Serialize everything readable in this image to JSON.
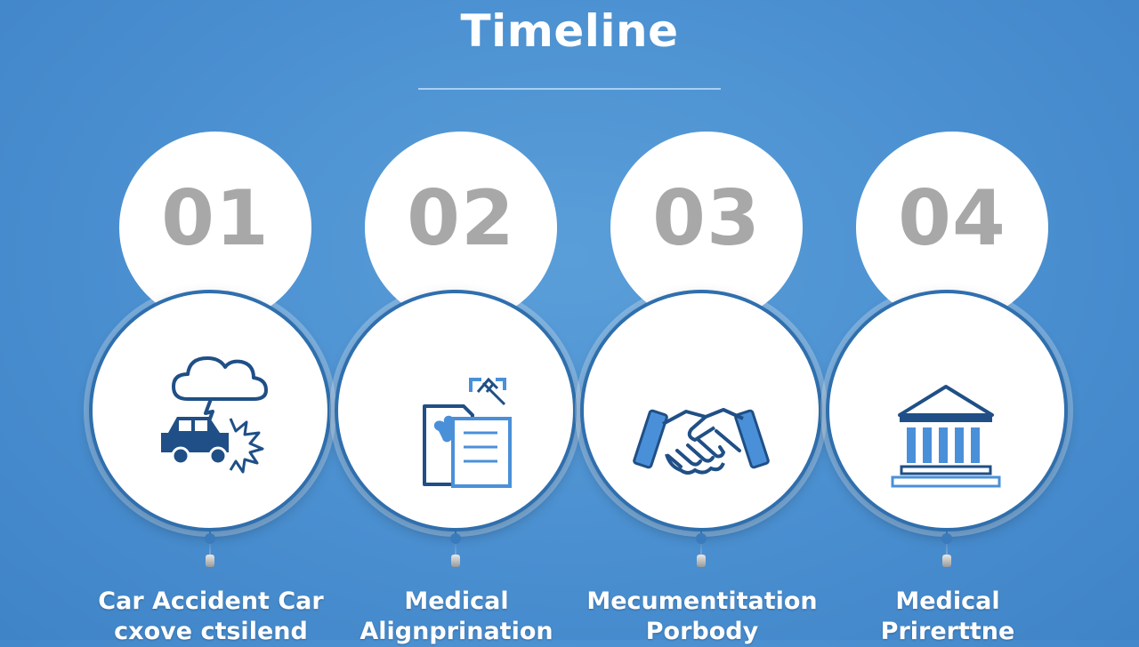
{
  "page": {
    "title": "Timeline"
  },
  "steps": [
    {
      "number": "01",
      "icon": "car-crash-cloud-icon",
      "label_line1": "Car Accident Car",
      "label_line2": "cxove ctsilend"
    },
    {
      "number": "02",
      "icon": "medical-documents-icon",
      "label_line1": "Medical",
      "label_line2": "Alignprination"
    },
    {
      "number": "03",
      "icon": "handshake-icon",
      "label_line1": "Mecumentitation",
      "label_line2": "Porbody"
    },
    {
      "number": "04",
      "icon": "courthouse-icon",
      "label_line1": "Medical",
      "label_line2": "Prirerttne"
    }
  ],
  "colors": {
    "background": "#4a8fd0",
    "accent": "#2f6fae",
    "icon_light": "#4a90d9",
    "number": "#a8a8a8"
  }
}
